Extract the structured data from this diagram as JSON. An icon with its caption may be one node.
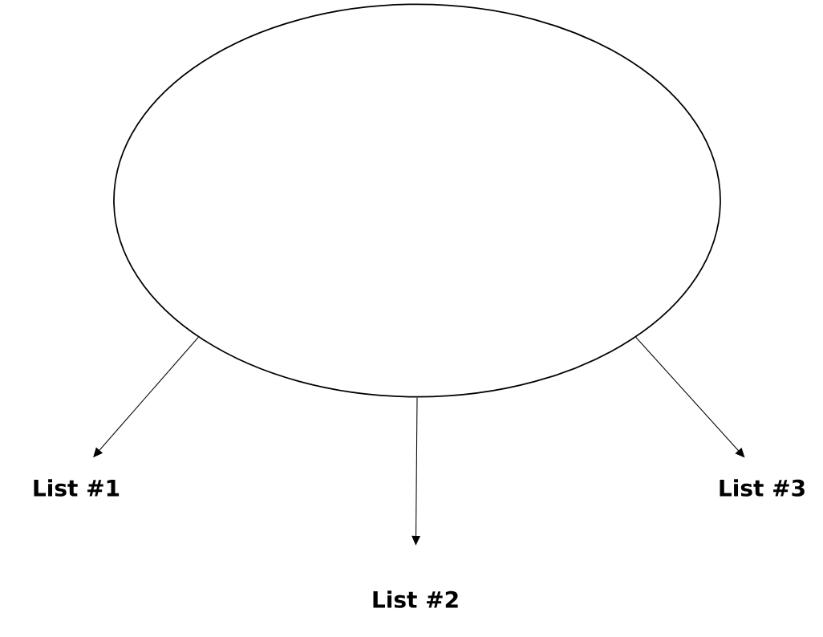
{
  "diagram": {
    "nodes": [
      {
        "text": [],
        "shape": "ellipse"
      },
      {
        "text": [
          "List #1"
        ]
      },
      {
        "text": [
          "List #2"
        ]
      },
      {
        "text": [
          "List #3"
        ]
      }
    ],
    "edges": [
      {
        "from": 0,
        "to": 1,
        "arrow": "to"
      },
      {
        "from": 0,
        "to": 2,
        "arrow": "to"
      },
      {
        "from": 0,
        "to": 3,
        "arrow": "to"
      }
    ]
  }
}
